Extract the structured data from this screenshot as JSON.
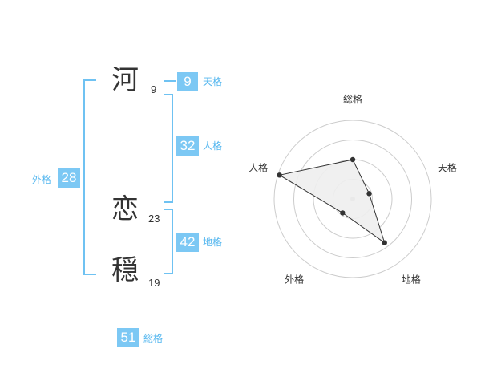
{
  "name": {
    "chars": [
      {
        "char": "河",
        "strokes": "9"
      },
      {
        "char": "恋",
        "strokes": "23"
      },
      {
        "char": "穏",
        "strokes": "19"
      }
    ]
  },
  "kaku": {
    "tenkaku": {
      "value": "9",
      "label": "天格"
    },
    "jinkaku": {
      "value": "32",
      "label": "人格"
    },
    "chikaku": {
      "value": "42",
      "label": "地格"
    },
    "gaikaku": {
      "value": "28",
      "label": "外格"
    },
    "soukaku": {
      "value": "51",
      "label": "総格"
    }
  },
  "chart_data": {
    "type": "radar",
    "axes": [
      "総格",
      "天格",
      "地格",
      "外格",
      "人格"
    ],
    "values": [
      0.5,
      0.22,
      0.69,
      0.22,
      0.98
    ],
    "rings": 4,
    "colors": {
      "fill": "#eeeeee",
      "line": "#333333",
      "point": "#333333",
      "grid": "#cccccc",
      "center": "#bbbbbb"
    }
  }
}
